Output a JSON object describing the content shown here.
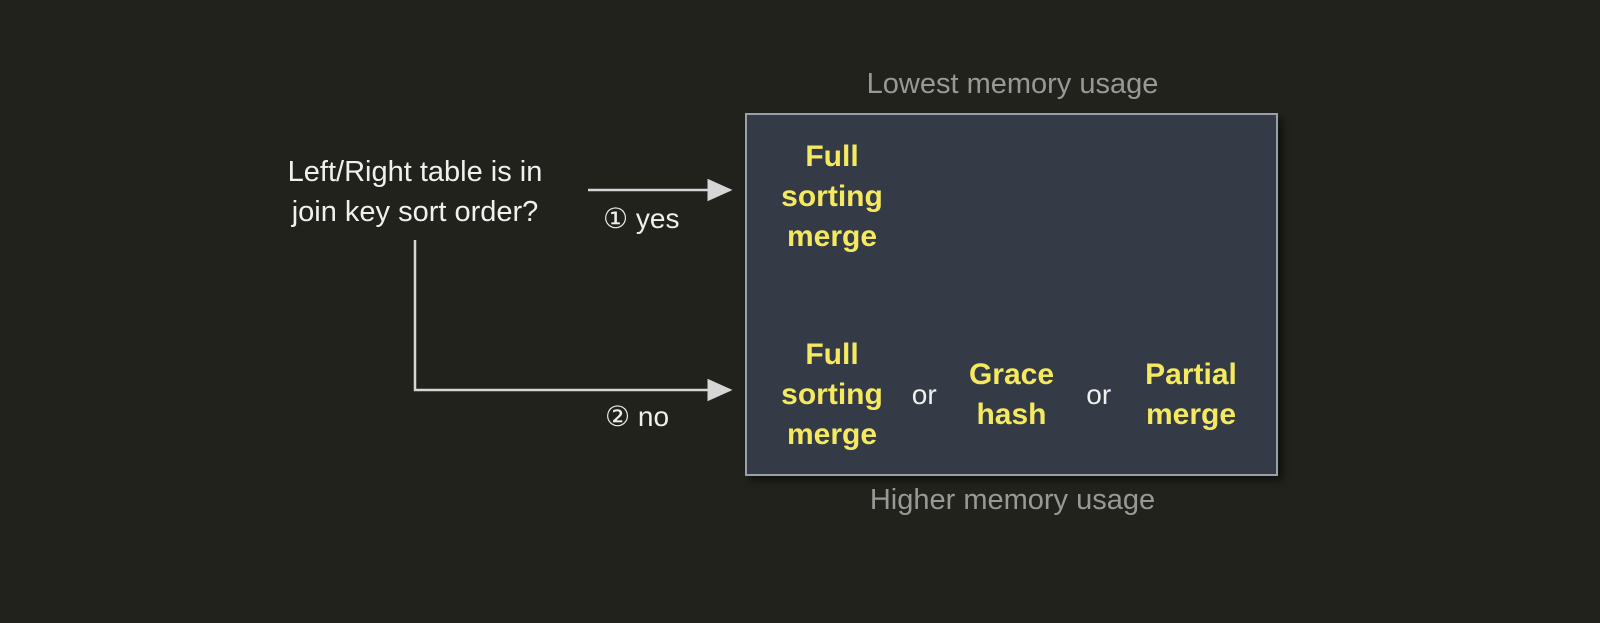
{
  "diagram": {
    "question": "Left/Right table is in\njoin key sort order?",
    "branches": {
      "yes_label": "① yes",
      "no_label": "② no"
    },
    "captions": {
      "top": "Lowest memory usage",
      "bottom": "Higher memory usage"
    },
    "box": {
      "sorted_option": "Full sorting merge",
      "unsorted_options": [
        "Full sorting merge",
        "Grace hash",
        "Partial merge"
      ],
      "or_label_1": "or",
      "or_label_2": "or"
    },
    "colors": {
      "background": "#20221b",
      "box_fill": "#343b47",
      "box_border": "#9aa0a9",
      "highlight_yellow": "#f4e95f",
      "caption_gray": "#989898",
      "text_white": "#f0f0ef",
      "arrow": "#d6d6d6"
    }
  }
}
